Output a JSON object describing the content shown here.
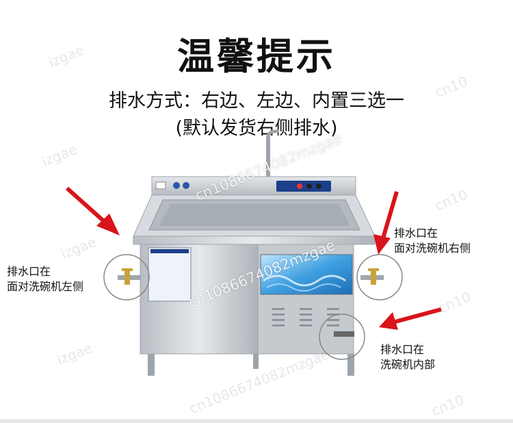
{
  "title": "温馨提示",
  "subtitle_line1": "排水方式：右边、左边、内置三选一",
  "subtitle_line2": "(默认发货右侧排水)",
  "labels": {
    "left": [
      "排水口在",
      "面对洗碗机左侧"
    ],
    "right": [
      "排水口在",
      "面对洗碗机右侧"
    ],
    "inner": [
      "排水口在",
      "洗碗机内部"
    ]
  },
  "watermarks": {
    "short": "izgae",
    "short_alt": "cn10",
    "long": "cn10866740​82mzgae"
  },
  "colors": {
    "arrow": "#d9141b",
    "steel": "#c9cdd2",
    "steel_dark": "#9ea4ab",
    "water": "#3fa0e0",
    "panel_blue": "#1c3f8a"
  }
}
